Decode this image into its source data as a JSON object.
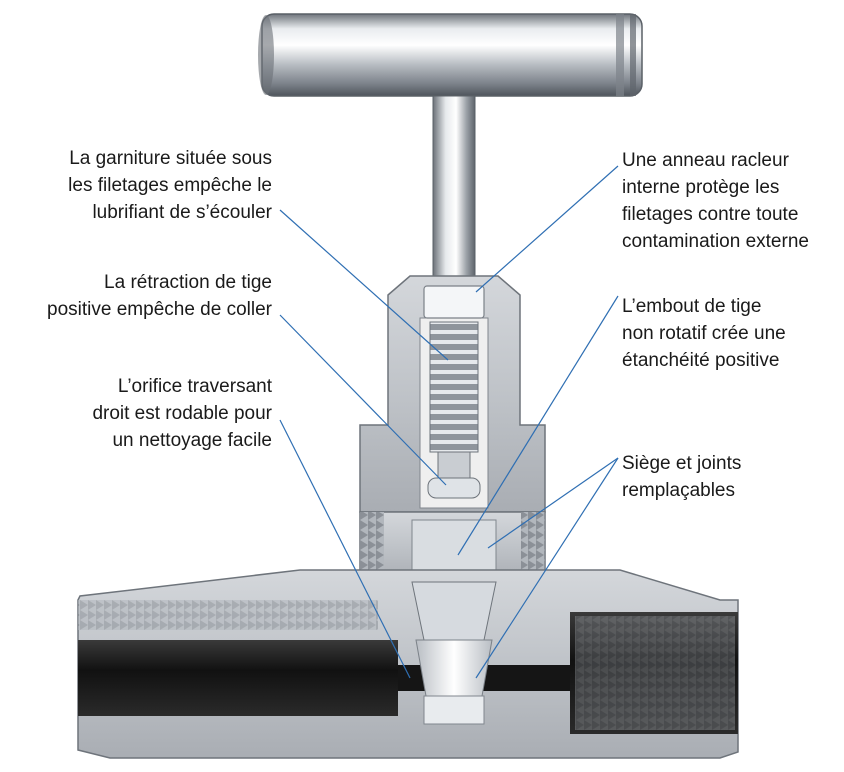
{
  "callouts": {
    "garniture": {
      "lines": [
        "La garniture située sous",
        "les filetages empêche le",
        "lubrifiant de s’écouler"
      ]
    },
    "retraction": {
      "lines": [
        "La rétraction de tige",
        "positive empêche de coller"
      ]
    },
    "orifice": {
      "lines": [
        "L’orifice traversant",
        "droit est rodable pour",
        "un nettoyage facile"
      ]
    },
    "anneau": {
      "lines": [
        "Une anneau racleur",
        "interne protège les",
        "filetages contre toute",
        "contamination externe"
      ]
    },
    "embout": {
      "lines": [
        "L’embout de tige",
        "non rotatif crée une",
        "étanchéité positive"
      ]
    },
    "siege": {
      "lines": [
        "Siège et joints",
        "remplaçables"
      ]
    }
  },
  "colors": {
    "leader": "#2f6fb3",
    "steel": "#c9cdd2",
    "steel_dark": "#8d939a",
    "body_cut": "#b8bcc1",
    "bore": "#1c1c1c",
    "seat": "#eef1f4",
    "text": "#1a1a1a"
  },
  "icons": {
    "illustration": "needle-valve-cutaway"
  }
}
